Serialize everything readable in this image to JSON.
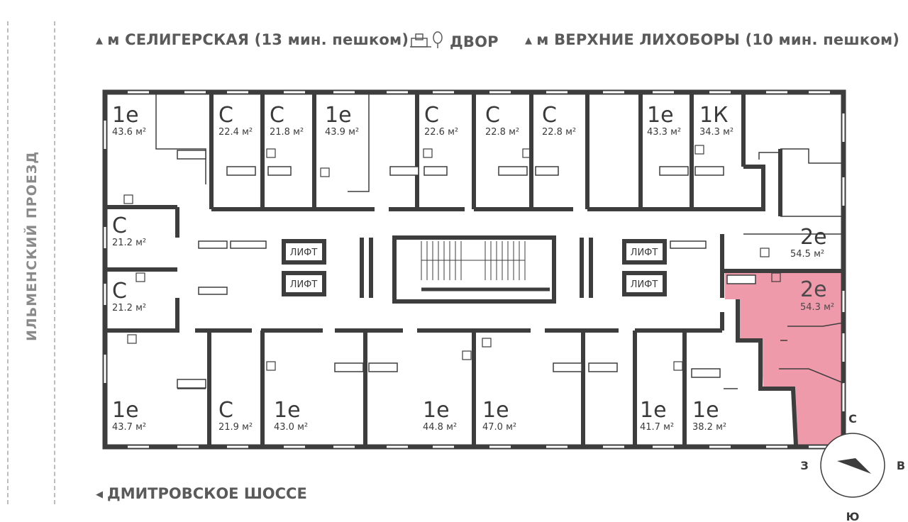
{
  "top_labels": {
    "metro_left": "м СЕЛИГЕРСКАЯ (13 мин. пешком)",
    "yard": "ДВОР",
    "metro_right": "м ВЕРХНИЕ ЛИХОБОРЫ (10 мин. пешком)"
  },
  "bottom_label": "ДМИТРОВСКОЕ ШОССЕ",
  "side_label": "ИЛЬМЕНСКИЙ ПРОЕЗД",
  "lift_label": "ЛИФТ",
  "compass": {
    "n": "С",
    "s": "Ю",
    "w": "З",
    "e": "В"
  },
  "colors": {
    "wall": "#3d3d3d",
    "highlight": "#ef9aab",
    "text": "#3a3a3a"
  },
  "apartments": [
    {
      "id": "a1",
      "type": "1е",
      "area": "43.6 м²"
    },
    {
      "id": "a2",
      "type": "С",
      "area": "22.4 м²"
    },
    {
      "id": "a3",
      "type": "С",
      "area": "21.8 м²"
    },
    {
      "id": "a4",
      "type": "1е",
      "area": "43.9 м²"
    },
    {
      "id": "a5",
      "type": "С",
      "area": "22.6 м²"
    },
    {
      "id": "a6",
      "type": "С",
      "area": "22.8 м²"
    },
    {
      "id": "a7",
      "type": "С",
      "area": "22.8 м²"
    },
    {
      "id": "a8",
      "type": "1е",
      "area": "43.3 м²"
    },
    {
      "id": "a9",
      "type": "1К",
      "area": "34.3 м²"
    },
    {
      "id": "a10",
      "type": "С",
      "area": "21.2 м²"
    },
    {
      "id": "a11",
      "type": "С",
      "area": "21.2 м²"
    },
    {
      "id": "a12",
      "type": "2е",
      "area": "54.5 м²"
    },
    {
      "id": "a13",
      "type": "2е",
      "area": "54.3 м²",
      "highlighted": true
    },
    {
      "id": "a14",
      "type": "1е",
      "area": "43.7 м²"
    },
    {
      "id": "a15",
      "type": "С",
      "area": "21.9 м²"
    },
    {
      "id": "a16",
      "type": "1е",
      "area": "43.0 м²"
    },
    {
      "id": "a17",
      "type": "1е",
      "area": "44.8 м²"
    },
    {
      "id": "a18",
      "type": "1е",
      "area": "47.0 м²"
    },
    {
      "id": "a19",
      "type": "1е",
      "area": "41.7 м²"
    },
    {
      "id": "a20",
      "type": "1е",
      "area": "38.2 м²"
    }
  ]
}
